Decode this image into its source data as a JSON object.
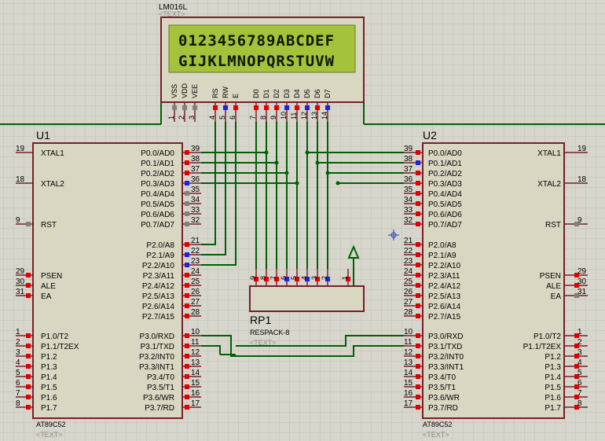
{
  "lcd": {
    "name": "LM016L",
    "text_tag": "<TEXT>",
    "line1": "0123456789ABCDEF",
    "line2": "GIJKLMNOPQRSTUVW",
    "pins": [
      {
        "label": "VSS",
        "num": "1",
        "state": "gray"
      },
      {
        "label": "VDD",
        "num": "2",
        "state": "gray"
      },
      {
        "label": "VEE",
        "num": "3",
        "state": "gray"
      },
      {
        "label": "RS",
        "num": "4",
        "state": "red"
      },
      {
        "label": "RW",
        "num": "5",
        "state": "blue"
      },
      {
        "label": "E",
        "num": "6",
        "state": "red"
      },
      {
        "label": "D0",
        "num": "7",
        "state": "red"
      },
      {
        "label": "D1",
        "num": "8",
        "state": "red"
      },
      {
        "label": "D2",
        "num": "9",
        "state": "red"
      },
      {
        "label": "D3",
        "num": "10",
        "state": "blue"
      },
      {
        "label": "D4",
        "num": "11",
        "state": "red"
      },
      {
        "label": "D5",
        "num": "12",
        "state": "blue"
      },
      {
        "label": "D6",
        "num": "13",
        "state": "red"
      },
      {
        "label": "D7",
        "num": "14",
        "state": "blue"
      }
    ]
  },
  "u1": {
    "ref": "U1",
    "part": "AT89C52",
    "text_tag": "<TEXT>",
    "left_pins": [
      {
        "num": "19",
        "label": "XTAL1",
        "state": "none"
      },
      {
        "num": "18",
        "label": "XTAL2",
        "state": "none"
      },
      {
        "num": "9",
        "label": "RST",
        "state": "gray"
      },
      {
        "num": "29",
        "label": "PSEN",
        "state": "red"
      },
      {
        "num": "30",
        "label": "ALE",
        "state": "red"
      },
      {
        "num": "31",
        "label": "EA",
        "state": "red"
      },
      {
        "num": "1",
        "label": "P1.0/T2",
        "state": "red"
      },
      {
        "num": "2",
        "label": "P1.1/T2EX",
        "state": "red"
      },
      {
        "num": "3",
        "label": "P1.2",
        "state": "red"
      },
      {
        "num": "4",
        "label": "P1.3",
        "state": "red"
      },
      {
        "num": "5",
        "label": "P1.4",
        "state": "red"
      },
      {
        "num": "6",
        "label": "P1.5",
        "state": "red"
      },
      {
        "num": "7",
        "label": "P1.6",
        "state": "red"
      },
      {
        "num": "8",
        "label": "P1.7",
        "state": "red"
      }
    ],
    "right_pins": [
      {
        "num": "39",
        "label": "P0.0/AD0",
        "state": "red"
      },
      {
        "num": "38",
        "label": "P0.1/AD1",
        "state": "red"
      },
      {
        "num": "37",
        "label": "P0.2/AD2",
        "state": "red"
      },
      {
        "num": "36",
        "label": "P0.3/AD3",
        "state": "blue"
      },
      {
        "num": "35",
        "label": "P0.4/AD4",
        "state": "gray"
      },
      {
        "num": "34",
        "label": "P0.5/AD5",
        "state": "gray"
      },
      {
        "num": "33",
        "label": "P0.6/AD6",
        "state": "gray"
      },
      {
        "num": "32",
        "label": "P0.7/AD7",
        "state": "gray"
      },
      {
        "num": "21",
        "label": "P2.0/A8",
        "state": "red"
      },
      {
        "num": "22",
        "label": "P2.1/A9",
        "state": "blue"
      },
      {
        "num": "23",
        "label": "P2.2/A10",
        "state": "blue"
      },
      {
        "num": "24",
        "label": "P2.3/A11",
        "state": "red"
      },
      {
        "num": "25",
        "label": "P2.4/A12",
        "state": "red"
      },
      {
        "num": "26",
        "label": "P2.5/A13",
        "state": "red"
      },
      {
        "num": "27",
        "label": "P2.6/A14",
        "state": "red"
      },
      {
        "num": "28",
        "label": "P2.7/A15",
        "state": "red"
      },
      {
        "num": "10",
        "label": "P3.0/RXD",
        "state": "red"
      },
      {
        "num": "11",
        "label": "P3.1/TXD",
        "state": "red"
      },
      {
        "num": "12",
        "label": "P3.2/INT0",
        "state": "red"
      },
      {
        "num": "13",
        "label": "P3.3/INT1",
        "state": "red"
      },
      {
        "num": "14",
        "label": "P3.4/T0",
        "state": "red"
      },
      {
        "num": "15",
        "label": "P3.5/T1",
        "state": "red"
      },
      {
        "num": "16",
        "label": "P3.6/WR",
        "state": "red"
      },
      {
        "num": "17",
        "label": "P3.7/RD",
        "state": "red"
      }
    ]
  },
  "u2": {
    "ref": "U2",
    "part": "AT89C52",
    "text_tag": "<TEXT>",
    "left_pins": [
      {
        "num": "39",
        "label": "P0.0/AD0",
        "state": "red"
      },
      {
        "num": "38",
        "label": "P0.1/AD1",
        "state": "blue"
      },
      {
        "num": "37",
        "label": "P0.2/AD2",
        "state": "red"
      },
      {
        "num": "36",
        "label": "P0.3/AD3",
        "state": "red"
      },
      {
        "num": "35",
        "label": "P0.4/AD4",
        "state": "red"
      },
      {
        "num": "34",
        "label": "P0.5/AD5",
        "state": "red"
      },
      {
        "num": "33",
        "label": "P0.6/AD6",
        "state": "red"
      },
      {
        "num": "32",
        "label": "P0.7/AD7",
        "state": "red"
      },
      {
        "num": "21",
        "label": "P2.0/A8",
        "state": "red"
      },
      {
        "num": "22",
        "label": "P2.1/A9",
        "state": "red"
      },
      {
        "num": "23",
        "label": "P2.2/A10",
        "state": "red"
      },
      {
        "num": "24",
        "label": "P2.3/A11",
        "state": "red"
      },
      {
        "num": "25",
        "label": "P2.4/A12",
        "state": "red"
      },
      {
        "num": "26",
        "label": "P2.5/A13",
        "state": "red"
      },
      {
        "num": "27",
        "label": "P2.6/A14",
        "state": "red"
      },
      {
        "num": "28",
        "label": "P2.7/A15",
        "state": "red"
      },
      {
        "num": "10",
        "label": "P3.0/RXD",
        "state": "red"
      },
      {
        "num": "11",
        "label": "P3.1/TXD",
        "state": "red"
      },
      {
        "num": "12",
        "label": "P3.2/INT0",
        "state": "red"
      },
      {
        "num": "13",
        "label": "P3.3/INT1",
        "state": "red"
      },
      {
        "num": "14",
        "label": "P3.4/T0",
        "state": "red"
      },
      {
        "num": "15",
        "label": "P3.5/T1",
        "state": "red"
      },
      {
        "num": "16",
        "label": "P3.6/WR",
        "state": "red"
      },
      {
        "num": "17",
        "label": "P3.7/RD",
        "state": "red"
      }
    ],
    "right_pins": [
      {
        "num": "19",
        "label": "XTAL1",
        "state": "none"
      },
      {
        "num": "18",
        "label": "XTAL2",
        "state": "none"
      },
      {
        "num": "9",
        "label": "RST",
        "state": "gray"
      },
      {
        "num": "29",
        "label": "PSEN",
        "state": "red"
      },
      {
        "num": "30",
        "label": "ALE",
        "state": "red"
      },
      {
        "num": "31",
        "label": "EA",
        "state": "gray"
      },
      {
        "num": "1",
        "label": "P1.0/T2",
        "state": "red"
      },
      {
        "num": "2",
        "label": "P1.1/T2EX",
        "state": "red"
      },
      {
        "num": "3",
        "label": "P1.2",
        "state": "red"
      },
      {
        "num": "4",
        "label": "P1.3",
        "state": "red"
      },
      {
        "num": "5",
        "label": "P1.4",
        "state": "red"
      },
      {
        "num": "6",
        "label": "P1.5",
        "state": "red"
      },
      {
        "num": "7",
        "label": "P1.6",
        "state": "red"
      },
      {
        "num": "8",
        "label": "P1.7",
        "state": "red"
      }
    ]
  },
  "rp1": {
    "ref": "RP1",
    "part": "RESPACK-8",
    "text_tag": "<TEXT>",
    "pins": [
      {
        "num": "9",
        "state": "red"
      },
      {
        "num": "8",
        "state": "red"
      },
      {
        "num": "7",
        "state": "red"
      },
      {
        "num": "6",
        "state": "blue"
      },
      {
        "num": "5",
        "state": "red"
      },
      {
        "num": "4",
        "state": "blue"
      },
      {
        "num": "3",
        "state": "red"
      },
      {
        "num": "2",
        "state": "blue"
      },
      {
        "num": "1",
        "state": "red"
      }
    ]
  },
  "colors": {
    "grid": "#c0c0b4",
    "background": "#d6d6cc",
    "component_outline": "#7a1e2a",
    "component_fill": "#d8d7c2",
    "wire": "#006000",
    "lcd_screen": "#a4c23a",
    "pin_red": "#e00000",
    "pin_blue": "#2020e0",
    "pin_gray": "#808080"
  }
}
